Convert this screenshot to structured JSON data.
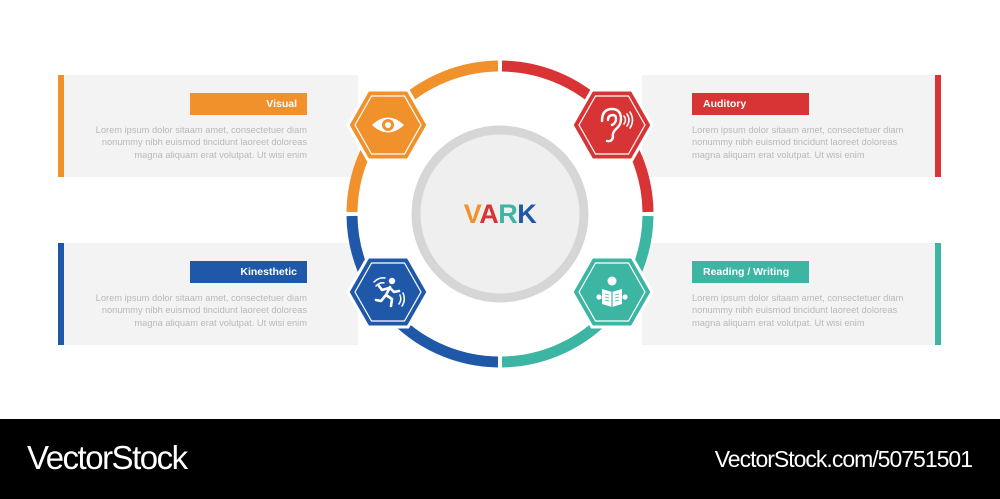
{
  "title": "VARK",
  "title_letters": [
    {
      "char": "V",
      "color": "#f0912b"
    },
    {
      "char": "A",
      "color": "#d93435"
    },
    {
      "char": "R",
      "color": "#3cb5a3"
    },
    {
      "char": "K",
      "color": "#1f58a8"
    }
  ],
  "colors": {
    "visual": "#f0912b",
    "auditory": "#d93435",
    "reading": "#3cb5a3",
    "kinesthetic": "#1f58a8",
    "panel_bg": "#f3f3f3",
    "center_ring": "#d6d6d6",
    "center_fill": "#efefef"
  },
  "items": [
    {
      "key": "visual",
      "label": "Visual",
      "icon": "eye-icon",
      "description": "Lorem ipsum dolor sitaam amet, consectetuer diam\nnonummy  nibh euismod tincidunt laoreet doloreas\nmagna aliquam erat volutpat. Ut wisi enim"
    },
    {
      "key": "auditory",
      "label": "Auditory",
      "icon": "ear-icon",
      "description": "Lorem ipsum dolor sitaam amet, consectetuer diam\nnonummy  nibh euismod tincidunt laoreet doloreas\nmagna aliquam erat volutpat. Ut wisi enim"
    },
    {
      "key": "kinesthetic",
      "label": "Kinesthetic",
      "icon": "running-person-icon",
      "description": "Lorem ipsum dolor sitaam amet, consectetuer diam\nnonummy  nibh euismod tincidunt laoreet doloreas\nmagna aliquam erat volutpat. Ut wisi enim"
    },
    {
      "key": "reading",
      "label": "Reading / Writing",
      "icon": "person-reading-book-icon",
      "description": "Lorem ipsum dolor sitaam amet, consectetuer diam\nnonummy  nibh euismod tincidunt laoreet doloreas\nmagna aliquam erat volutpat. Ut wisi enim"
    }
  ],
  "footer": {
    "brand": "VectorStock",
    "url": "VectorStock.com/50751501"
  }
}
